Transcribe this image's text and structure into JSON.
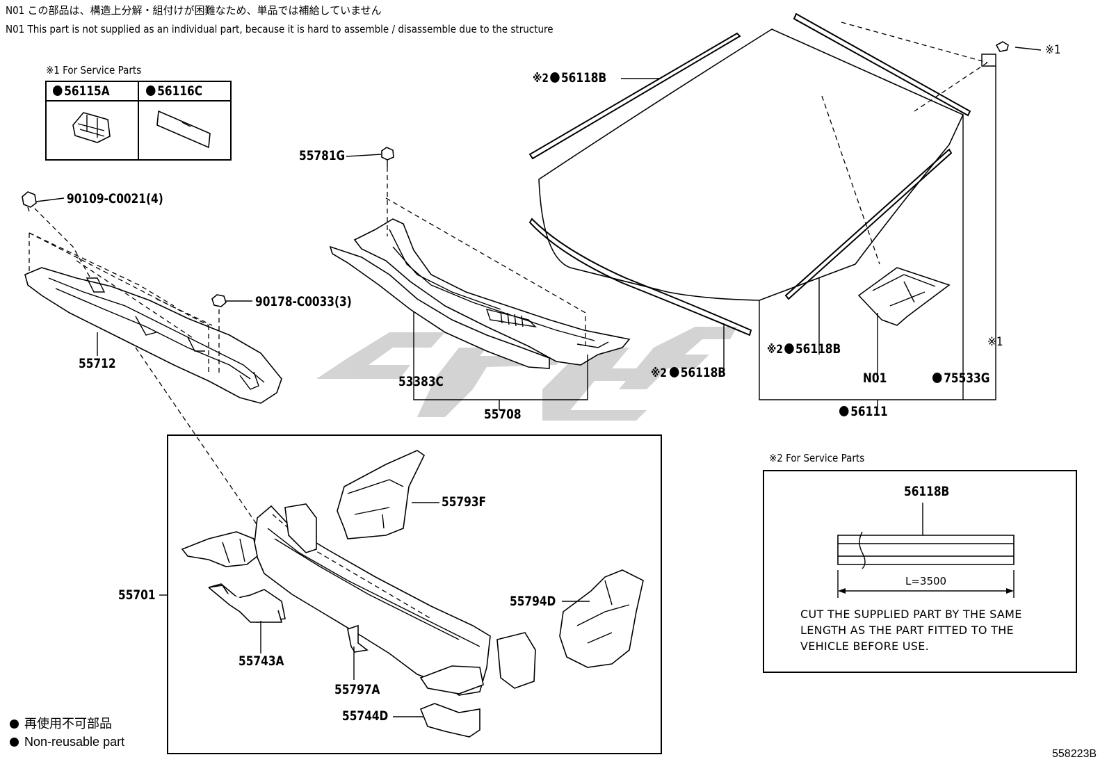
{
  "notes": {
    "n01_ja": "N01 この部品は、構造上分解・組付けが困難なため、単品では補給していません",
    "n01_en": "N01 This part is not supplied as an individual part, because it is hard to assemble / disassemble due to the structure"
  },
  "service1": {
    "title": "※1 For Service Parts",
    "part_a": "56115A",
    "part_b": "56116C"
  },
  "service2": {
    "title": "※2 For Service Parts",
    "part": "56118B",
    "length": "L=3500",
    "instruction": [
      "CUT THE SUPPLIED PART BY THE SAME",
      "LENGTH AS THE PART FITTED TO THE",
      "VEHICLE BEFORE USE."
    ]
  },
  "labels": {
    "p90109": "90109-C0021(4)",
    "p90178": "90178-C0033(3)",
    "p55712": "55712",
    "p55781G": "55781G",
    "p53383C": "53383C",
    "p55708": "55708",
    "p56118B_top_mark": "※2",
    "p56118B": "56118B",
    "p56118B_mid_mark": "※2",
    "p56118B_right_mark": "※2",
    "n01": "N01",
    "p56111": "56111",
    "p75533G": "75533G",
    "ref1_top": "※1",
    "ref1_side": "※1",
    "p55793F": "55793F",
    "p55701": "55701",
    "p55794D": "55794D",
    "p55743A": "55743A",
    "p55797A": "55797A",
    "p55744D": "55744D"
  },
  "legend": {
    "ja": "再使用不可部品",
    "en": "Non-reusable part"
  },
  "diagram_id": "558223B",
  "colors": {
    "line": "#000000",
    "watermark": "#cfcfcf",
    "background": "#ffffff"
  }
}
